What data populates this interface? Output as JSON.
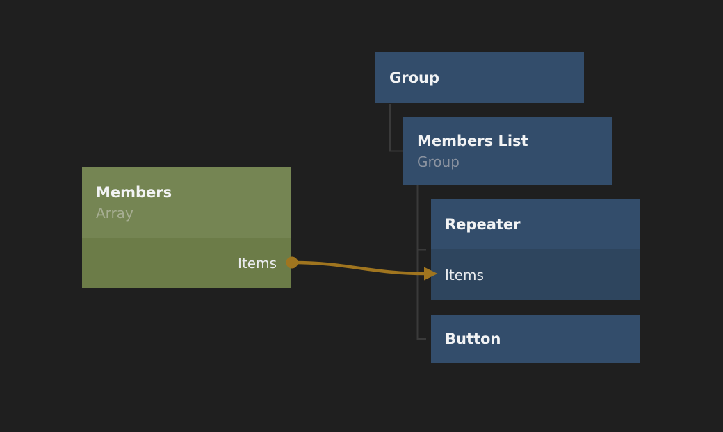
{
  "nodes": {
    "group": {
      "title": "Group"
    },
    "members_list": {
      "title": "Members List",
      "subtitle": "Group"
    },
    "repeater": {
      "title": "Repeater",
      "items_port_label": "Items"
    },
    "button": {
      "title": "Button"
    },
    "members": {
      "title": "Members",
      "subtitle": "Array",
      "items_port_label": "Items"
    }
  },
  "connection": {
    "from_node": "Members",
    "from_port": "Items",
    "to_node": "Repeater",
    "to_port": "Items"
  },
  "colors": {
    "canvas_background": "#1f1f1f",
    "visual_node_header": "#334d6b",
    "visual_node_port_row": "#2e455e",
    "data_node_header": "#758553",
    "data_node_port_row": "#6c7c48",
    "node_title": "#f2f3f4",
    "visual_node_subtitle": "#8b93a0",
    "data_node_subtitle": "#a7ae93",
    "tree_connector_line": "#3a3a3a",
    "connection_accent": "#a0751f"
  }
}
